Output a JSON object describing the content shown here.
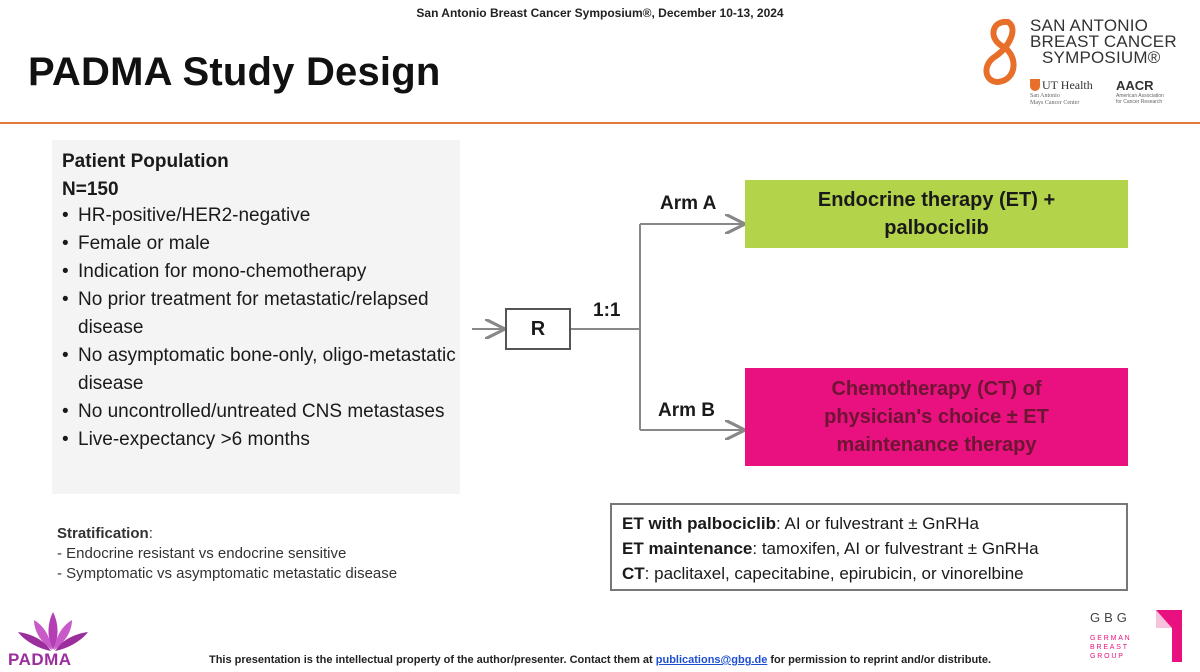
{
  "header": {
    "conference_line": "San Antonio Breast Cancer Symposium®, December 10-13, 2024",
    "title": "PADMA Study Design"
  },
  "logos": {
    "sabcs": [
      "SAN ANTONIO",
      "BREAST CANCER",
      "SYMPOSIUM®"
    ],
    "ut_health": "UT Health",
    "ut_health_sub": [
      "San Antonio",
      "Mays Cancer Center"
    ],
    "aacr": "AACR",
    "aacr_sub": [
      "American Association",
      "for Cancer Research"
    ],
    "padma": "PADMA",
    "gbg": "GBG",
    "gbg_sub": [
      "GERMAN",
      "BREAST",
      "GROUP"
    ]
  },
  "population": {
    "heading": "Patient Population",
    "n": "N=150",
    "criteria": [
      "HR-positive/HER2-negative",
      "Female or male",
      "Indication for mono-chemotherapy",
      "No prior treatment for metastatic/relapsed disease",
      "No asymptomatic bone-only, oligo-metastatic disease",
      "No uncontrolled/untreated CNS metastases",
      "Live-expectancy >6 months"
    ]
  },
  "stratification": {
    "label": "Stratification",
    "items": [
      "- Endocrine resistant vs endocrine sensitive",
      "- Symptomatic vs asymptomatic metastatic disease"
    ]
  },
  "randomization": {
    "label": "R",
    "ratio": "1:1"
  },
  "arms": {
    "a": {
      "label": "Arm A",
      "text_line1": "Endocrine therapy (ET) +",
      "text_line2": "palbociclib"
    },
    "b": {
      "label": "Arm B",
      "text_line1": "Chemotherapy (CT) of",
      "text_line2": "physician's choice ± ET",
      "text_line3": "maintenance therapy"
    }
  },
  "definitions": [
    {
      "term": "ET with palbociclib",
      "desc": ": AI or fulvestrant ± GnRHa"
    },
    {
      "term": "ET maintenance",
      "desc": ": tamoxifen, AI or fulvestrant ± GnRHa"
    },
    {
      "term": "CT",
      "desc": ": paclitaxel, capecitabine, epirubicin, or vinorelbine"
    }
  ],
  "footer": {
    "prefix": "This presentation is the intellectual property of the author/presenter. Contact them at ",
    "email": "publications@gbg.de",
    "suffix": " for permission to reprint and/or distribute."
  },
  "colors": {
    "accent_rule": "#e07a3a",
    "arm_a_fill": "#b3d34a",
    "arm_b_fill": "#e8117f",
    "arm_b_text": "#6d1533",
    "padma_purple": "#9b2d9c"
  }
}
